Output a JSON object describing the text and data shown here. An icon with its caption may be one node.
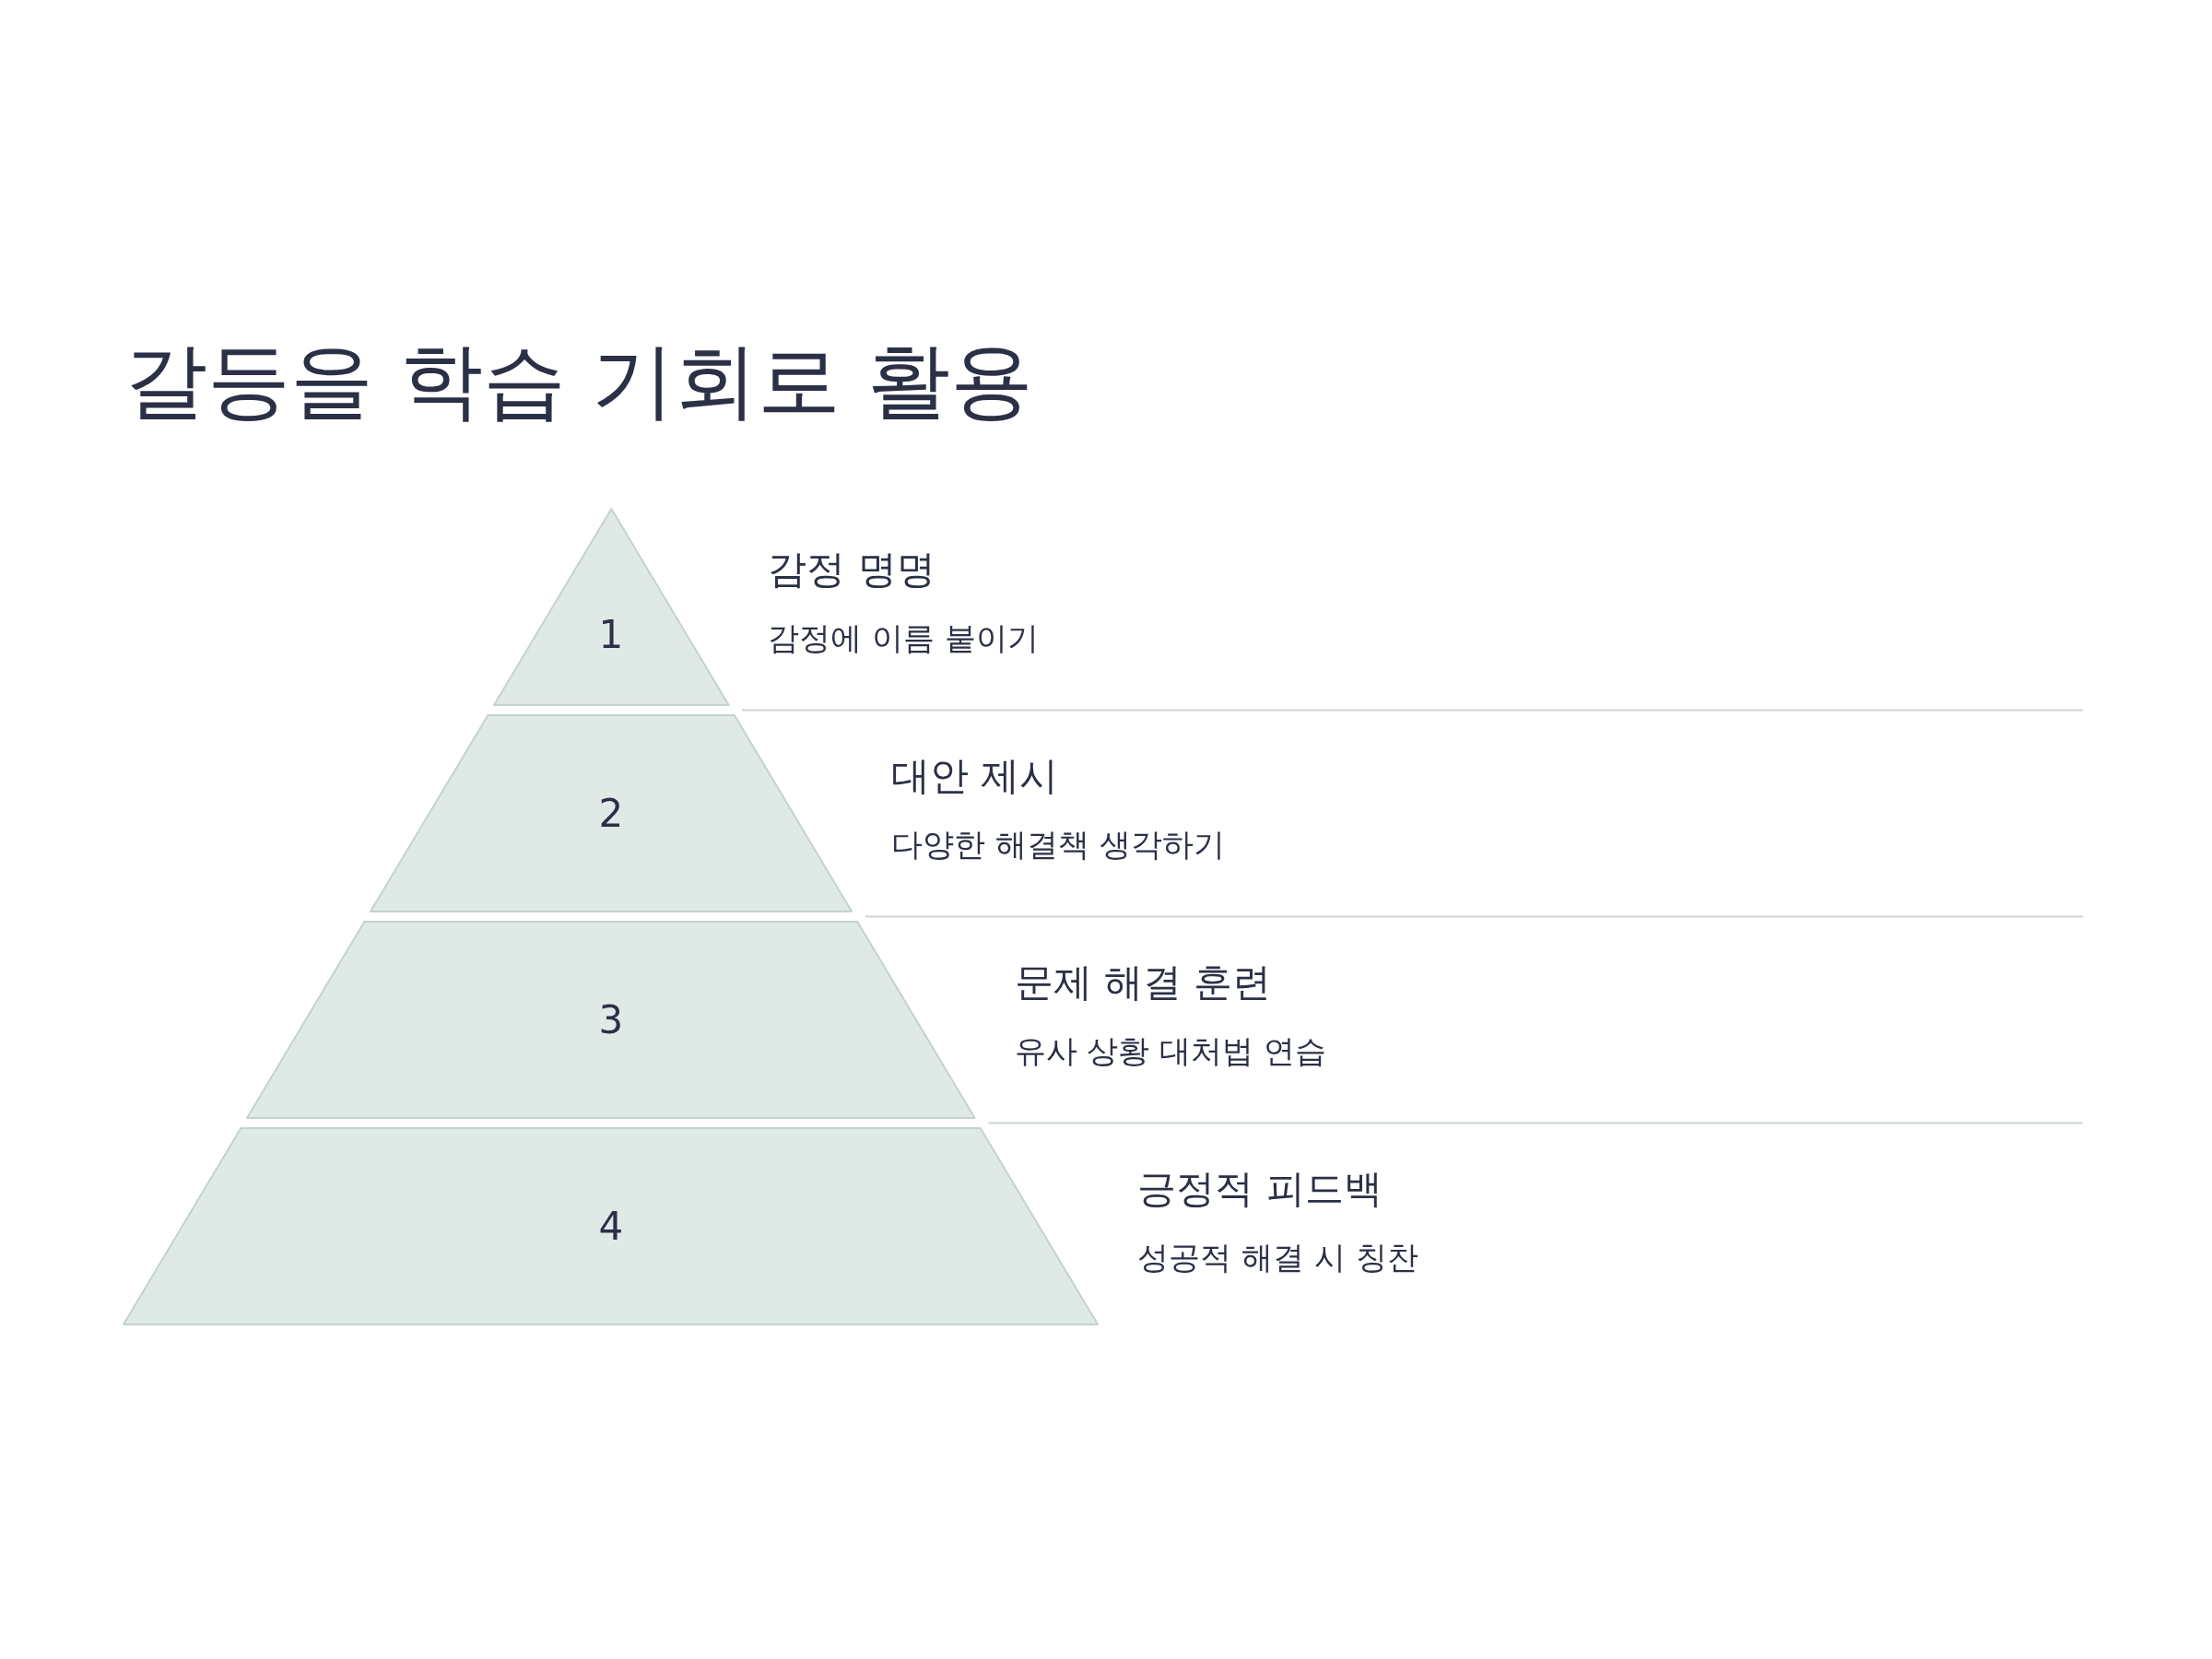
{
  "diagram": {
    "title": "갈등을 학습 기회로 활용",
    "nodes": [
      {
        "text": [
          "1"
        ],
        "beside": [
          "감정 명명",
          "감정에 이름 붙이기"
        ]
      },
      {
        "text": [
          "2"
        ],
        "beside": [
          "대안 제시",
          "다양한 해결책 생각하기"
        ]
      },
      {
        "text": [
          "3"
        ],
        "beside": [
          "문제 해결 훈련",
          "유사 상황 대처법 연습"
        ]
      },
      {
        "text": [
          "4"
        ],
        "beside": [
          "긍정적 피드백",
          "성공적 해결 시 칭찬"
        ]
      }
    ]
  }
}
